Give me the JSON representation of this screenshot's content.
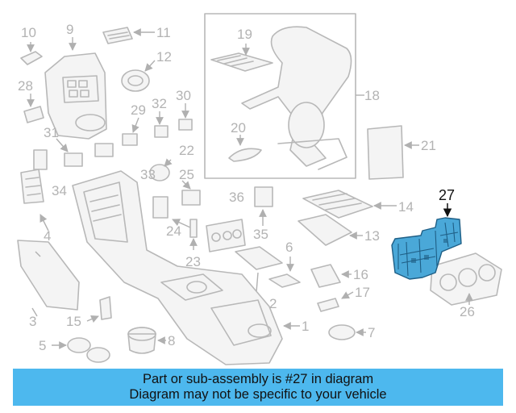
{
  "banner": {
    "line1": "Part or sub-assembly is #27 in diagram",
    "line2": "Diagram may not be specific to your vehicle"
  },
  "highlight": {
    "part_number": "27",
    "color": "#4aa8d8"
  },
  "callouts": [
    "1",
    "2",
    "3",
    "4",
    "5",
    "6",
    "7",
    "8",
    "9",
    "10",
    "11",
    "12",
    "13",
    "14",
    "15",
    "16",
    "17",
    "18",
    "19",
    "20",
    "21",
    "22",
    "23",
    "24",
    "25",
    "26",
    "27",
    "28",
    "29",
    "30",
    "31",
    "32",
    "33",
    "34",
    "35",
    "36"
  ]
}
